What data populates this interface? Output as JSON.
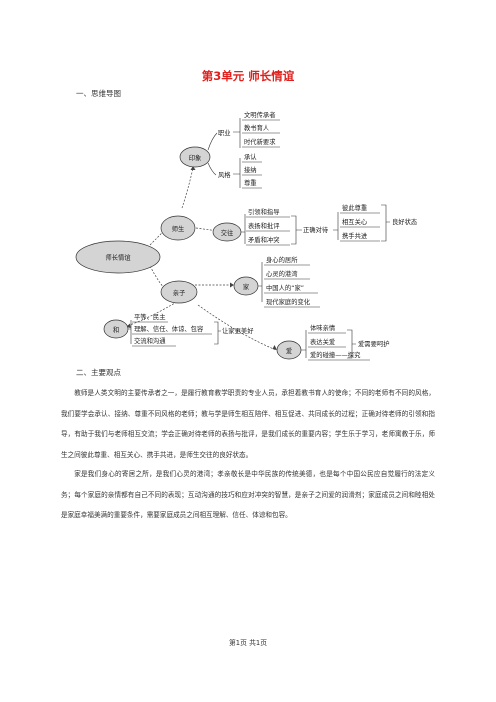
{
  "doc": {
    "title": "第3单元  师长情谊",
    "section1": "一、思维导图",
    "section2": "二、主要观点",
    "paragraphs": [
      "教师是人类文明的主要传承者之一，是履行教育教学职责的专业人员，承担着教书育人的使命；不同的老师有不同的风格，我们要学会承认、接纳、尊重不同风格的老师；教与学是师生相互陪伴、相互促进、共同成长的过程；正确对待老师的引领和指导，有助于我们与老师相互交流；学会正确对待老师的表扬与批评，是我们成长的重要内容；学生乐于学习，老师寓教于乐，师生之间彼此尊重、相互关心、携手共进，是师生交往的良好状态。",
      "家是我们身心的寄居之所，是我们心灵的港湾；孝亲敬长是中华民族的传统美德，也是每个中国公民应自觉履行的法定义务；每个家庭的亲情都有自己不同的表现；互动沟通的技巧和应对冲突的智慧，是亲子之间爱的润滑剂；家庭成员之间和睦相处是家庭幸福美满的重要条件，需要家庭成员之间相互理解、信任、体谅和包容。"
    ],
    "footer": "第1页  共1页"
  },
  "mindmap": {
    "center": "师长情谊",
    "teacher": "师生",
    "parent": "亲子",
    "impression": "印象",
    "career": "职业",
    "career_items": [
      "文明传承者",
      "教书育人",
      "时代新要求"
    ],
    "style": "风格",
    "style_items": [
      "承认",
      "接纳",
      "尊重"
    ],
    "interaction": "交往",
    "interaction_items": [
      "引领和指导",
      "表扬和批评",
      "矛盾和冲突"
    ],
    "correct": "正确对待",
    "good_items": [
      "彼此尊重",
      "相互关心",
      "携手共进"
    ],
    "good_state": "良好状态",
    "home": "家",
    "home_items": [
      "身心的居所",
      "心灵的港湾",
      "中国人的“家”",
      "现代家庭的变化"
    ],
    "harmony": "和",
    "harmony_items": [
      "平等、民主",
      "理解、信任、体谅、包容",
      "交流和沟通"
    ],
    "better_home": "让家更美好",
    "love": "爱",
    "love_items": [
      "体味亲情",
      "表达关爱",
      "爱的碰撞——探究"
    ],
    "love_care": "爱需要呵护"
  }
}
